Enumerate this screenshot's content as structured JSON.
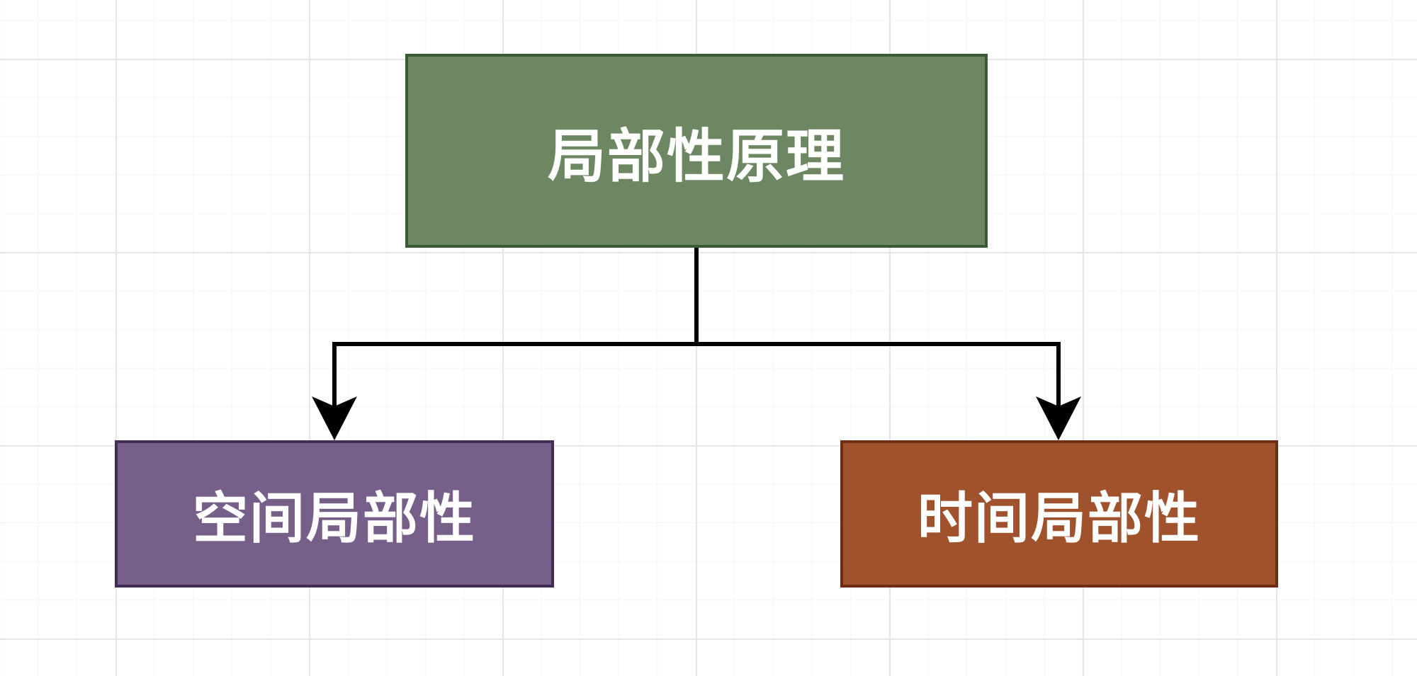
{
  "diagram": {
    "root": {
      "label": "局部性原理",
      "fill": "#6d8763"
    },
    "children": [
      {
        "label": "空间局部性",
        "fill": "#76608a"
      },
      {
        "label": "时间局部性",
        "fill": "#a0522d"
      }
    ]
  }
}
